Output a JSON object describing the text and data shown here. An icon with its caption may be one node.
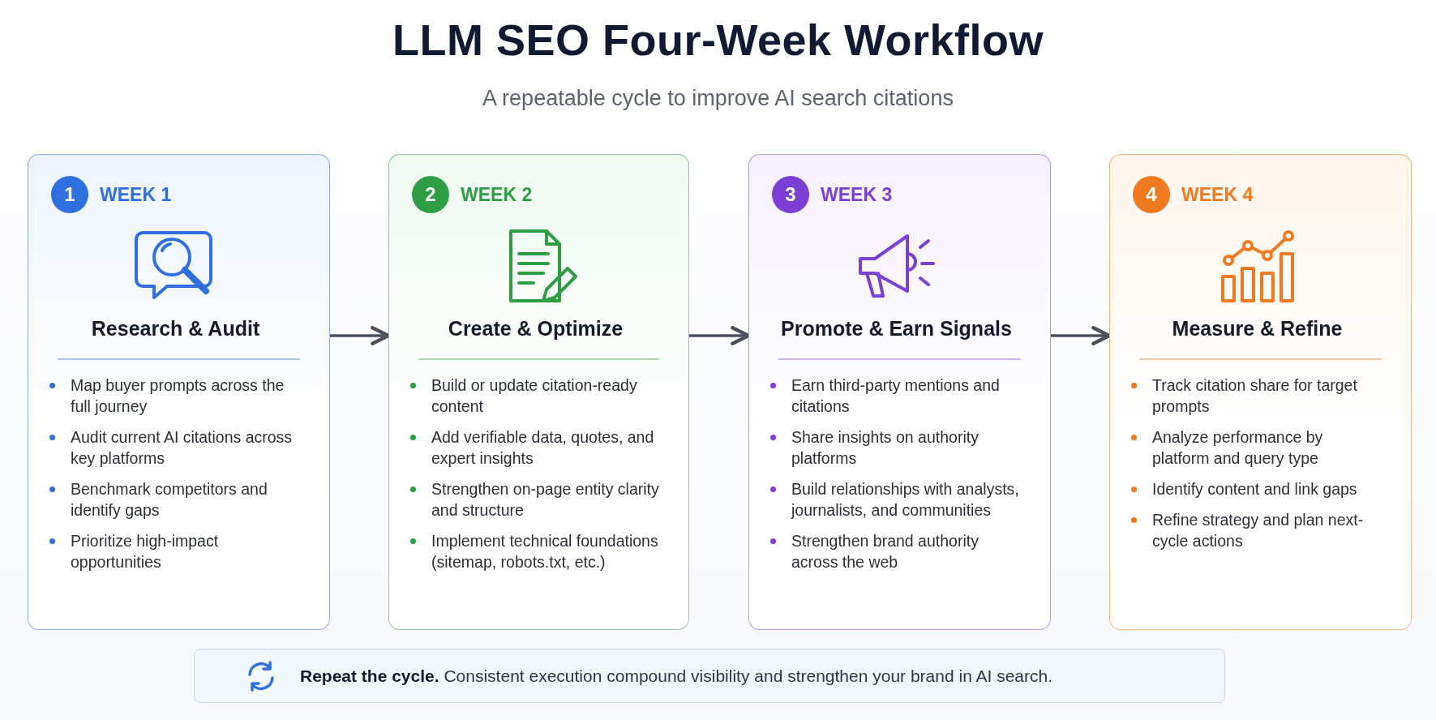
{
  "diagram": {
    "title": "LLM SEO Four-Week Workflow",
    "caption": "A repeatable cycle to improve AI search citations",
    "nodes": [
      {
        "text": [
          "1",
          "WEEK 1",
          "Research & Audit",
          "Map buyer prompts across the full journey",
          "Audit current AI citations across key platforms",
          "Benchmark competitors and identify gaps",
          "Prioritize high-impact opportunities"
        ]
      },
      {
        "text": [
          "2",
          "WEEK 2",
          "Create & Optimize",
          "Build or update citation-ready content",
          "Add verifiable data, quotes, and expert insights",
          "Strengthen on-page entity clarity and structure",
          "Implement technical foundations (sitemap, robots.txt, etc.)"
        ]
      },
      {
        "text": [
          "3",
          "WEEK 3",
          "Promote & Earn Signals",
          "Earn third-party mentions and citations",
          "Share insights on authority platforms",
          "Build relationships with analysts, journalists, and communities",
          "Strengthen brand authority across the web"
        ]
      },
      {
        "text": [
          "4",
          "WEEK 4",
          "Measure & Refine",
          "Track citation share for target prompts",
          "Analyze performance by platform and query type",
          "Identify content and link gaps",
          "Refine strategy and plan next-cycle actions"
        ]
      },
      {
        "text": [
          "**Repeat the cycle.** Consistent execution compound visibility and strengthen your brand in AI search."
        ]
      }
    ],
    "edges": [
      {
        "from": 0,
        "to": 1,
        "arrow": "to"
      },
      {
        "from": 1,
        "to": 2,
        "arrow": "to"
      },
      {
        "from": 2,
        "to": 3,
        "arrow": "to"
      }
    ]
  }
}
